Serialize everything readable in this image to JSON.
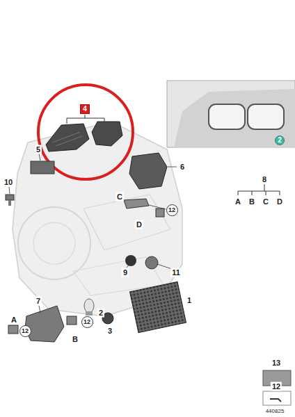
{
  "diagram": {
    "nodes": [
      {
        "text": [
          "4"
        ]
      },
      {
        "text": [
          "2"
        ]
      },
      {
        "text": [
          "12"
        ]
      },
      {
        "text": [
          "12"
        ]
      },
      {
        "text": [
          "12"
        ]
      }
    ],
    "labels": [
      "5",
      "6",
      "10",
      "8",
      "A",
      "B",
      "C",
      "D",
      "C",
      "D",
      "9",
      "11",
      "1",
      "7",
      "2",
      "A",
      "B",
      "3",
      "13",
      "12",
      "440825"
    ]
  }
}
